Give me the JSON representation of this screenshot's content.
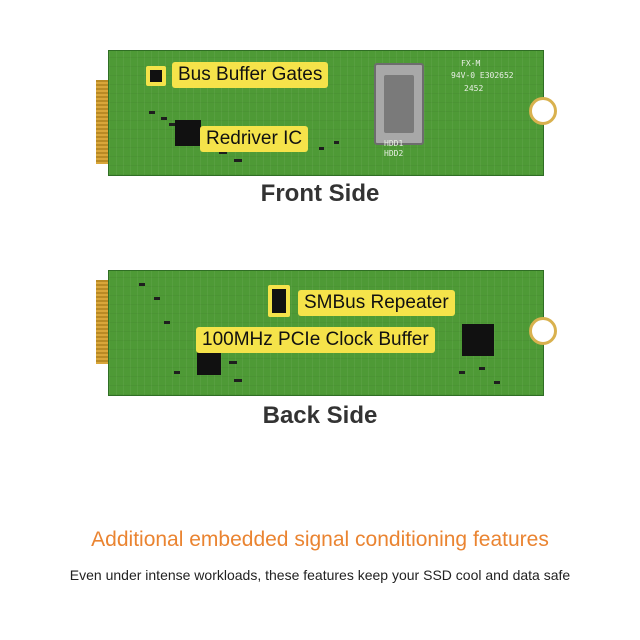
{
  "front": {
    "title": "Front Side",
    "labels": {
      "bus_buffer": "Bus Buffer Gates",
      "redriver": "Redriver IC"
    },
    "silk": {
      "fx_m": "FX-M",
      "cert": "94V-0 E302652",
      "code": "2452",
      "hdd1": "HDD1",
      "hdd2": "HDD2"
    }
  },
  "back": {
    "title": "Back Side",
    "labels": {
      "smbus": "SMBus Repeater",
      "clock": "100MHz PCIe Clock Buffer"
    }
  },
  "footer": {
    "headline": "Additional embedded signal conditioning features",
    "subline": "Even under intense workloads, these features keep your SSD cool and data safe"
  },
  "colors": {
    "accent": "#ea8431",
    "label_bg": "#f5e34a",
    "pcb": "#4e9a36"
  }
}
